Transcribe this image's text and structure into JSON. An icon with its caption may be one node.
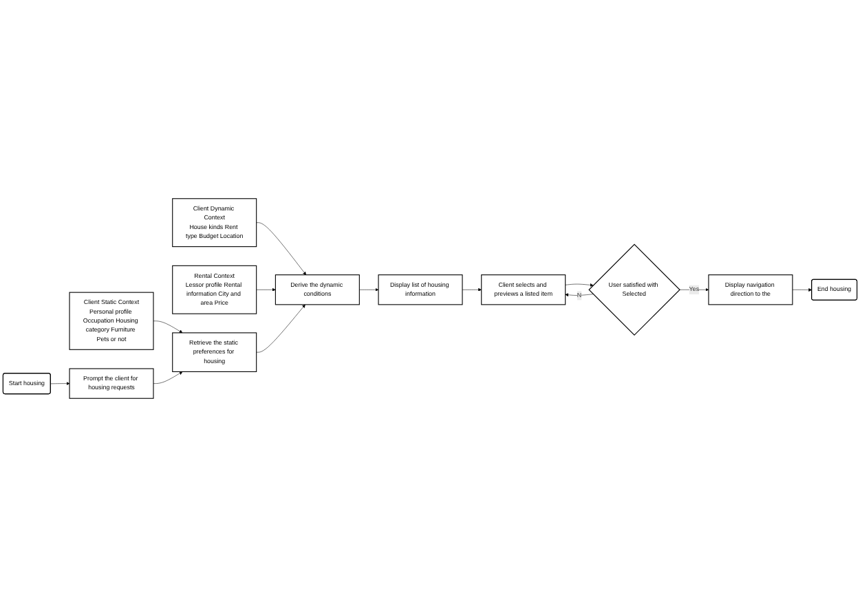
{
  "diagram": {
    "nodes": [
      {
        "text": [
          "Client Static Context",
          "Personal profile Occupation Housing category Furniture Pets or not"
        ]
      },
      {
        "text": [
          "Client Dynamic Context",
          "House kinds Rent type Budget Location"
        ]
      },
      {
        "text": [
          "Rental Context",
          "Lessor profile Rental information City and area Price"
        ]
      },
      {
        "text": [
          "Start housing"
        ]
      },
      {
        "text": [
          "Prompt the client for housing requests"
        ]
      },
      {
        "text": [
          "Retrieve the static preferences for housing"
        ]
      },
      {
        "text": [
          "Derive the dynamic conditions"
        ]
      },
      {
        "text": [
          "Display list of housing information"
        ]
      },
      {
        "text": [
          "Client selects and previews a listed item"
        ]
      },
      {
        "text": [
          "User satisfied with Selected"
        ]
      },
      {
        "text": [
          "Display navigation direction to the"
        ]
      },
      {
        "text": [
          "End housing"
        ]
      }
    ],
    "edges": [
      {
        "from": 0,
        "to": 5,
        "arrow": "to"
      },
      {
        "from": 1,
        "to": 6,
        "arrow": "to"
      },
      {
        "from": 2,
        "to": 6,
        "arrow": "to"
      },
      {
        "from": 3,
        "to": 4,
        "arrow": "to"
      },
      {
        "from": 4,
        "to": 5,
        "arrow": "to"
      },
      {
        "from": 5,
        "to": 6,
        "arrow": "to"
      },
      {
        "from": 6,
        "to": 7,
        "arrow": "to"
      },
      {
        "from": 7,
        "to": 8,
        "arrow": "to"
      },
      {
        "from": 8,
        "to": 9,
        "arrow": "to"
      },
      {
        "from": 9,
        "to": 8,
        "arrow": "to",
        "label": "N"
      },
      {
        "from": 9,
        "to": 10,
        "arrow": "to",
        "label": "Yes"
      },
      {
        "from": 10,
        "to": 11,
        "arrow": "to"
      }
    ]
  }
}
